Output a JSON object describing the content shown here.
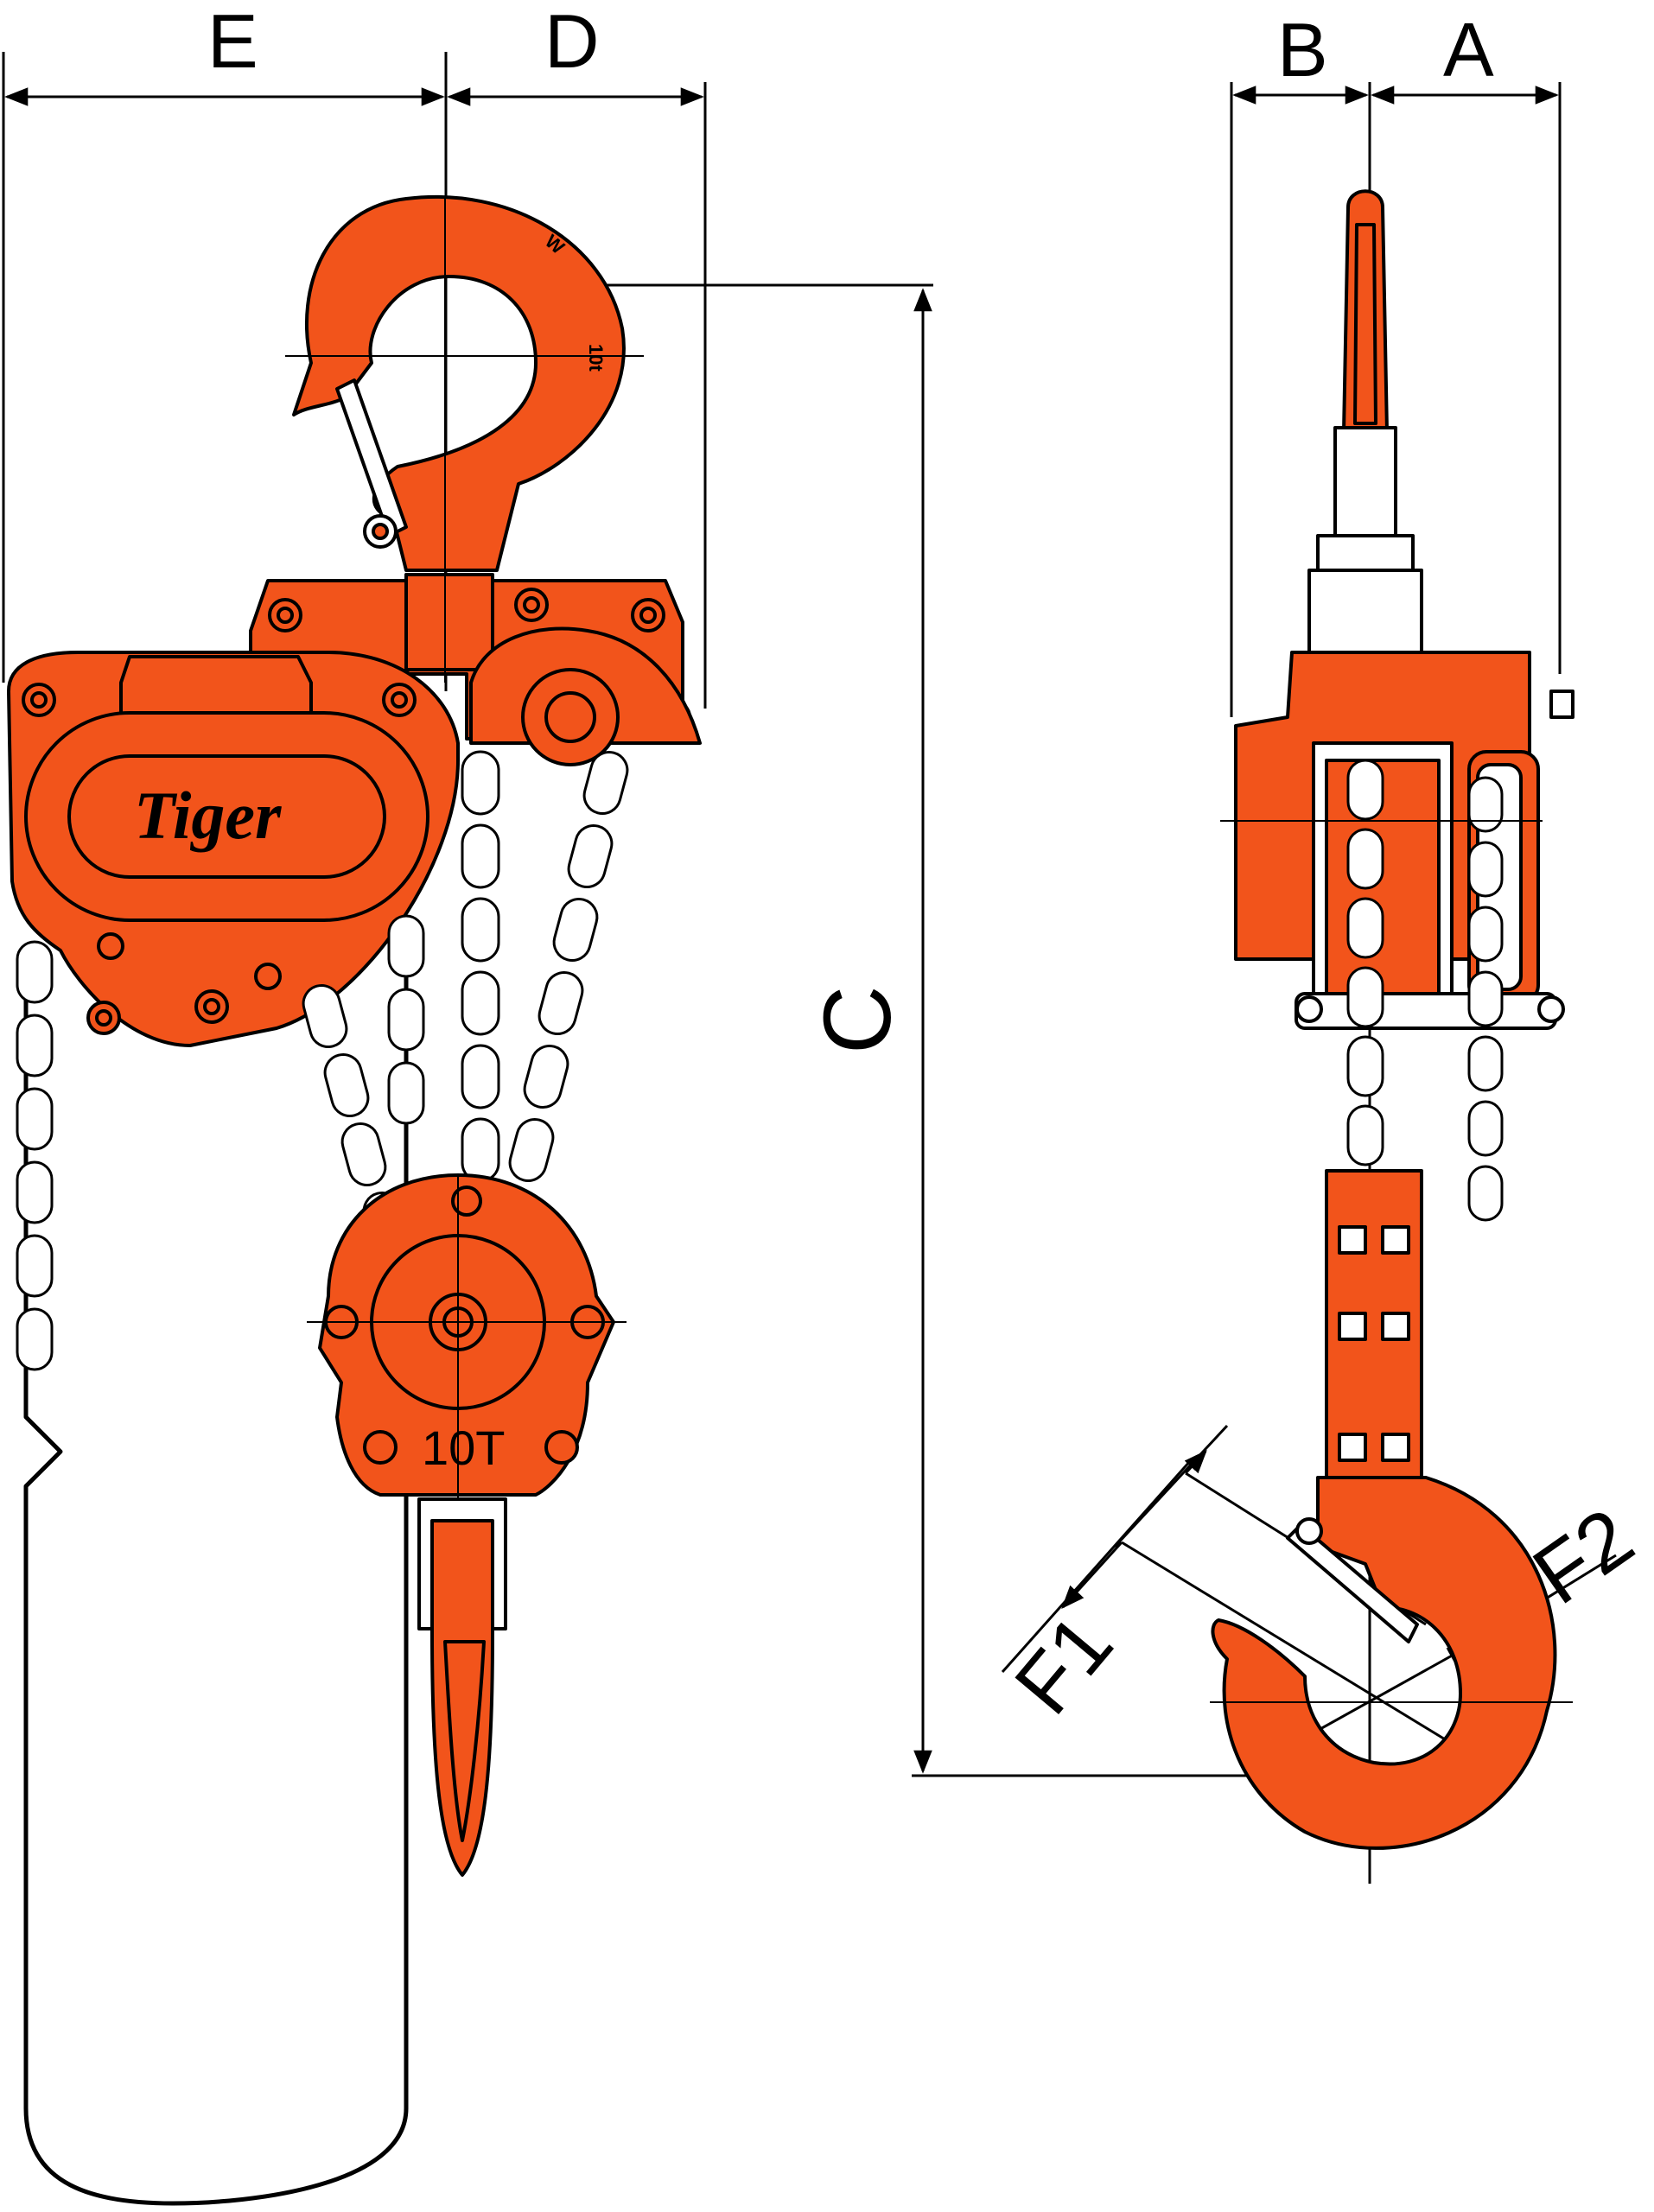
{
  "colors": {
    "body": "#F2541B",
    "outline": "#000000",
    "chain_fill": "#FFFFFF",
    "background": "#FFFFFF"
  },
  "dimensions": {
    "E": "E",
    "D": "D",
    "B": "B",
    "A": "A",
    "C": "C",
    "F1": "F1",
    "F2": "F2"
  },
  "labels": {
    "brand": "Tiger",
    "capacity": "10T",
    "hook_mark_top": "10t",
    "hook_mark_w": "W"
  },
  "icons": {
    "front_view": "chain-hoist-front-view",
    "side_view": "chain-hoist-side-view"
  }
}
